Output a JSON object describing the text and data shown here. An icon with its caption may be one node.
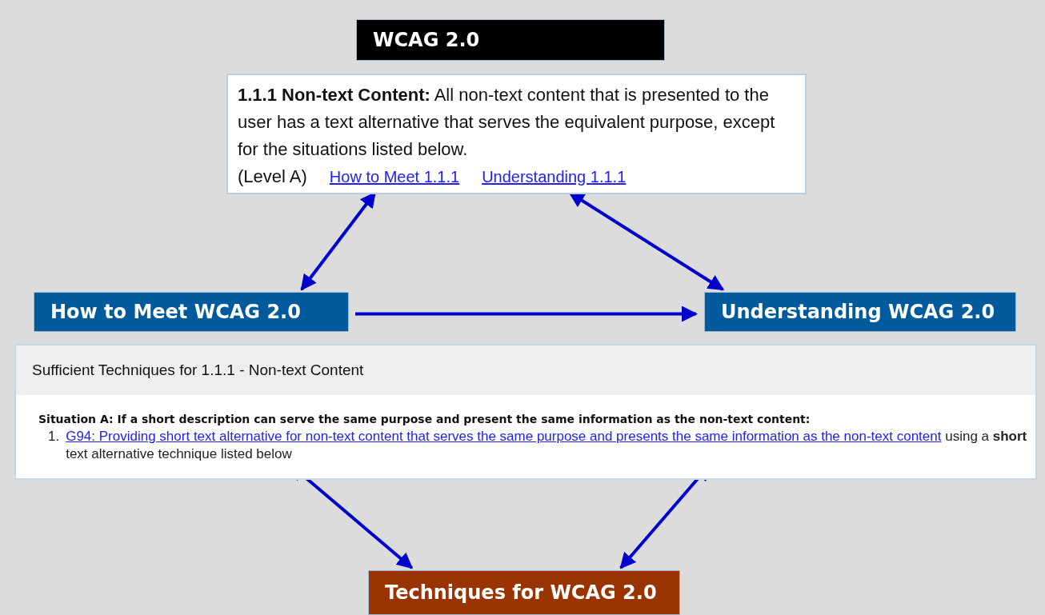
{
  "diagram": {
    "nodes": [
      {
        "text": [
          "WCAG 2.0"
        ]
      },
      {
        "text": [
          "**1.1.1 Non-text Content:** All non-text content that is presented to the user has a text alternative that serves the equivalent purpose, except for the situations listed below.",
          "(Level A)"
        ]
      },
      {
        "text": [
          "How to Meet 1.1.1"
        ],
        "in": 1
      },
      {
        "text": [
          "Understanding 1.1.1"
        ],
        "in": 1
      },
      {
        "text": [
          "How to Meet WCAG 2.0"
        ]
      },
      {
        "text": [
          "Understanding WCAG 2.0"
        ]
      },
      {
        "text": [
          "Sufficient Techniques for 1.1.1 - Non-text Content",
          "Situation A: If a short description can serve the same purpose and present the same information as the non-text content:"
        ]
      },
      {
        "text": [
          "1.",
          "G94: Providing short text alternative for non-text content that serves the same purpose and presents the same information as the non-text content",
          "using a **short** text alternative technique listed below"
        ],
        "in": 6
      },
      {
        "text": [
          "Techniques for WCAG 2.0"
        ]
      }
    ],
    "edges": [
      {
        "from": 2,
        "to": 4,
        "arrow": "both"
      },
      {
        "from": 3,
        "to": 5,
        "arrow": "both"
      },
      {
        "from": 4,
        "to": 5,
        "arrow": "to"
      },
      {
        "from": 7,
        "to": 8,
        "arrow": "both"
      },
      {
        "from": 7,
        "to": 8,
        "arrow": "both"
      }
    ]
  }
}
